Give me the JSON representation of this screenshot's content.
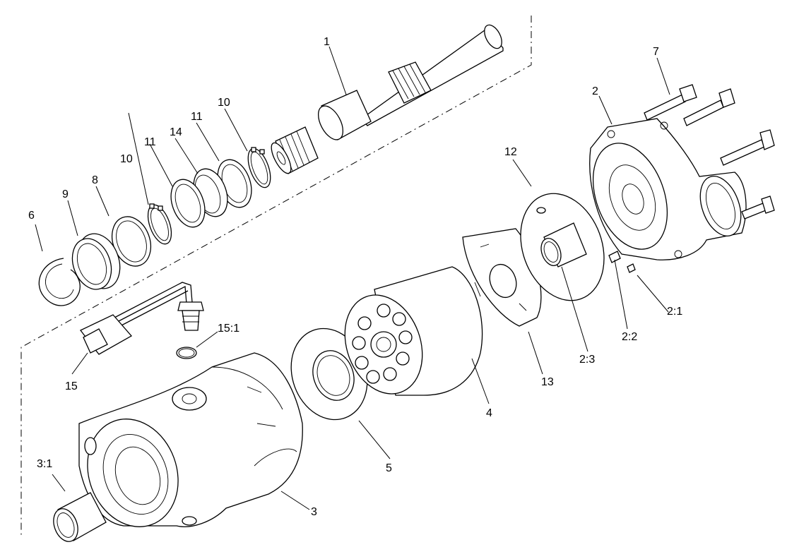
{
  "diagram": {
    "callouts": {
      "c1": "1",
      "c2": "2",
      "c2_1": "2:1",
      "c2_2": "2:2",
      "c2_3": "2:3",
      "c3": "3",
      "c3_1": "3:1",
      "c4": "4",
      "c5": "5",
      "c6": "6",
      "c7": "7",
      "c8": "8",
      "c9": "9",
      "c10a": "10",
      "c10b": "10",
      "c11a": "11",
      "c11b": "11",
      "c12": "12",
      "c13": "13",
      "c14": "14",
      "c15": "15",
      "c15_1": "15:1"
    }
  }
}
